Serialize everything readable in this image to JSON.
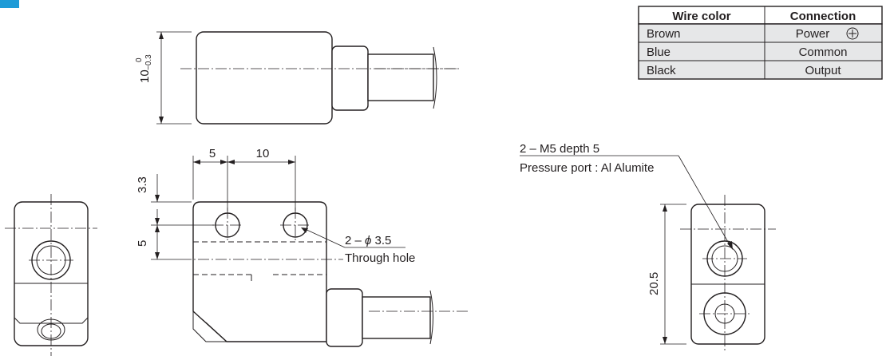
{
  "header_mark": "",
  "colors": {
    "accent_header": "#1e9bd7",
    "table_head_bg": "#ffffff",
    "table_row_bg": "#e6e7e8",
    "line": "#231f20"
  },
  "table": {
    "headers": [
      "Wire color",
      "Connection"
    ],
    "rows": [
      [
        "Brown",
        "Power"
      ],
      [
        "Blue",
        "Common"
      ],
      [
        "Black",
        "Output"
      ]
    ],
    "power_symbol": "+"
  },
  "dimensions": {
    "top_height": "10",
    "top_tol_upper": "0",
    "top_tol_lower": "−0.3",
    "front_w1": "5",
    "front_w2": "10",
    "front_h1": "3.3",
    "front_h2": "5",
    "right_height": "20.5"
  },
  "notes": {
    "through_hole_count": "2 – ",
    "through_hole_phi": "ϕ",
    "through_hole_size": " 3.5",
    "through_hole_label": "Through hole",
    "port_spec": "2 – M5  depth 5",
    "port_label": "Pressure port : Al Alumite"
  }
}
